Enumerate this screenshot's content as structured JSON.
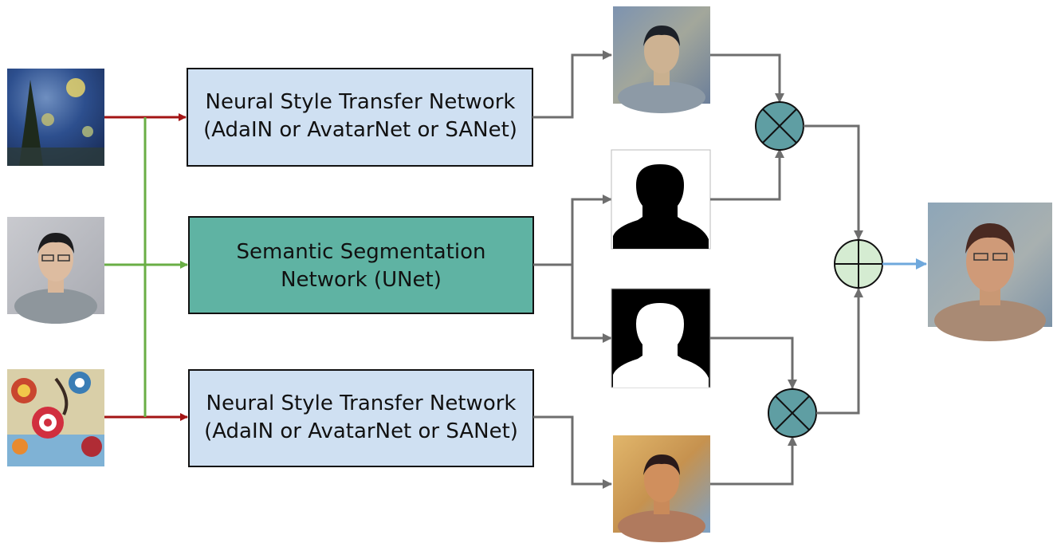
{
  "boxes": {
    "style_transfer_top": {
      "line1": "Neural Style Transfer Network",
      "line2": "(AdaIN or AvatarNet or SANet)"
    },
    "segmentation": {
      "line1": "Semantic Segmentation",
      "line2": "Network (UNet)"
    },
    "style_transfer_bottom": {
      "line1": "Neural Style Transfer Network",
      "line2": "(AdaIN or AvatarNet or SANet)"
    }
  },
  "operators": {
    "multiply_top": "multiply-operator",
    "multiply_bottom": "multiply-operator",
    "add": "add-operator"
  },
  "colors": {
    "style_box_fill": "#cfe0f2",
    "segmentation_box_fill": "#5fb3a3",
    "multiply_fill": "#5f9ea3",
    "add_fill": "#d5ecd2",
    "style_arrow": "#a31414",
    "content_arrow": "#6aae45",
    "output_arrow": "#6fa8dc",
    "flow_arrow": "#6e6e6e"
  }
}
